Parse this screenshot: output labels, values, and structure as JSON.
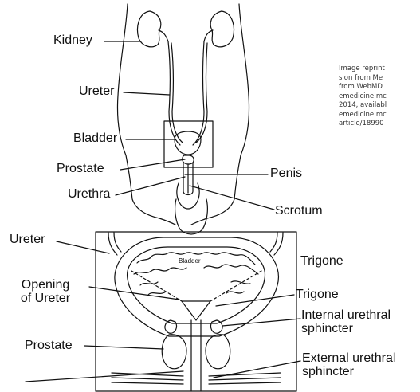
{
  "upper_labels": {
    "kidney": "Kidney",
    "ureter": "Ureter",
    "bladder": "Bladder",
    "prostate": "Prostate",
    "urethra": "Urethra",
    "penis": "Penis",
    "scrotum": "Scrotum"
  },
  "lower_labels": {
    "ureter": "Ureter",
    "trigone_top": "Trigone",
    "opening_line1": "Opening",
    "opening_line2": "of Ureter",
    "trigone": "Trigone",
    "internal_line1": "Internal urethral",
    "internal_line2": "sphincter",
    "prostate": "Prostate",
    "external_line1": "External urethral",
    "external_line2": "sphincter",
    "bladder_inner": "Bladder"
  },
  "credit_lines": [
    "Image reprint",
    "sion from Me",
    "from WebMD",
    "emedicine.mc",
    "2014, availabl",
    "emedicine.mc",
    "article/18990"
  ]
}
